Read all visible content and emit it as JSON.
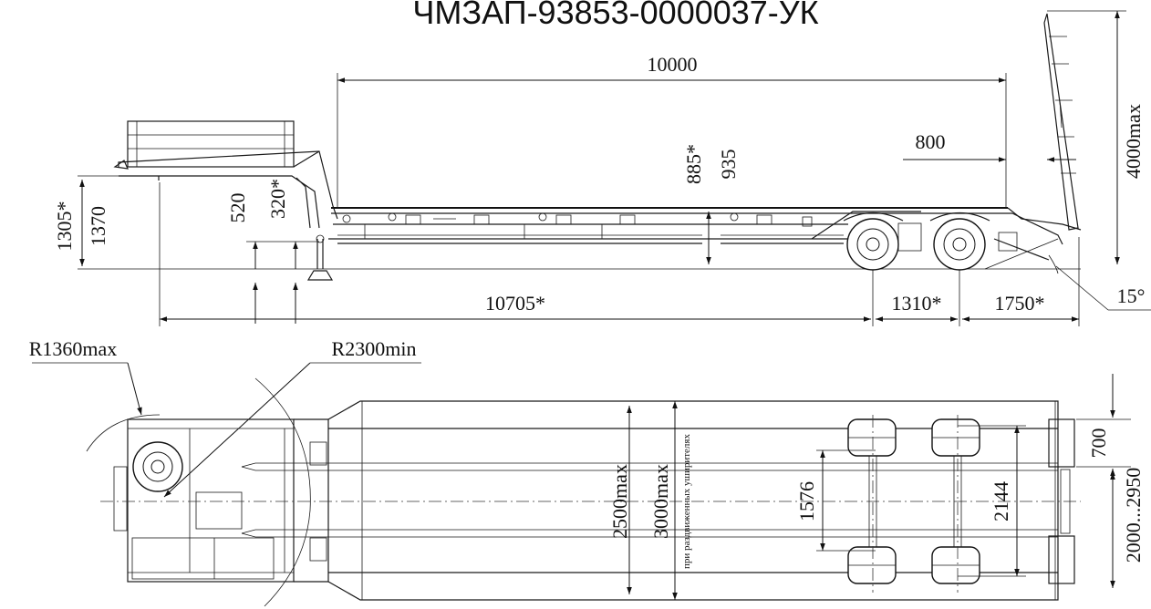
{
  "title": "ЧМЗАП-93853-0000037-УК",
  "side_view": {
    "dims": {
      "deck_length": "10000",
      "gooseneck_step": "800",
      "height_max": "4000max",
      "deck_height_1": "885*",
      "deck_height_2": "935",
      "coupling_h1": "1305*",
      "coupling_h2": "1370",
      "kingpin_520": "520",
      "kingpin_320": "320*",
      "total_to_axle": "10705*",
      "axle_spacing": "1310*",
      "rear_overhang": "1750*",
      "ramp_angle": "15°"
    }
  },
  "top_view": {
    "dims": {
      "turn_radius_front": "R1360max",
      "turn_radius_min": "R2300min",
      "width_main": "2500max",
      "width_extended": "3000max",
      "extended_note": "при раздвиженных уширителях",
      "wheel_track_inner": "1576",
      "wheel_track_outer": "2144",
      "ramp_width": "700",
      "ramp_spread": "2000...2950"
    }
  }
}
